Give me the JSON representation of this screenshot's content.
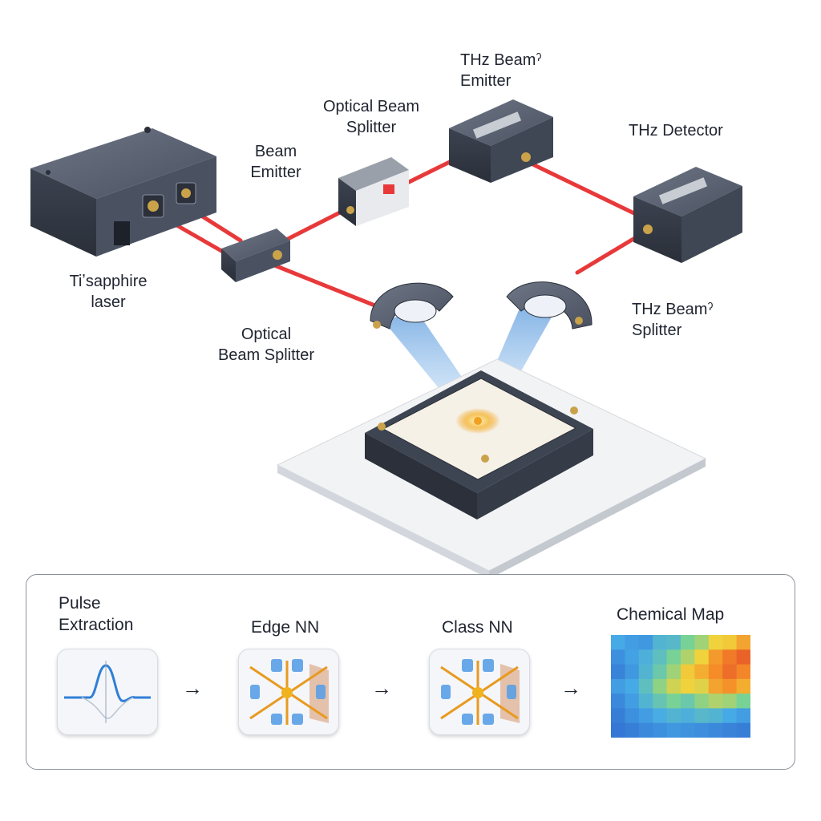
{
  "labels": {
    "thz_beam_emitter": [
      "THz Beamˀ",
      "Emitter"
    ],
    "optical_beam_splitter_top": [
      "Optical Beam",
      "Splitter"
    ],
    "beam_emitter": [
      "Beam",
      "Emitter"
    ],
    "thz_detector": "THz Detector",
    "laser": [
      "Tiʼsapphire",
      "laser"
    ],
    "optical_beam_splitter_bottom": [
      "Optical",
      "Beam Splitter"
    ],
    "thz_beam_splitter": [
      "THz Beamˀ",
      "Splitter"
    ]
  },
  "pipeline": {
    "stages": [
      {
        "title": [
          "Pulse",
          "Extraction"
        ],
        "icon": "waveform-icon"
      },
      {
        "title": "Edge NN",
        "icon": "neural-network-icon"
      },
      {
        "title": "Class NN",
        "icon": "neural-network-icon"
      },
      {
        "title": "Chemical Map",
        "icon": "heatmap-icon"
      }
    ],
    "arrow_glyph": "→"
  },
  "colors": {
    "beam_red": "#e8393a",
    "thz_beam_blue": "#7fb6ea",
    "device_dark": "#3a4150",
    "accent_orange": "#f0a020"
  },
  "heatmap": {
    "rows": 7,
    "cols": 10,
    "values": [
      [
        0.35,
        0.3,
        0.28,
        0.4,
        0.42,
        0.55,
        0.6,
        0.7,
        0.72,
        0.8
      ],
      [
        0.25,
        0.32,
        0.38,
        0.45,
        0.55,
        0.62,
        0.7,
        0.82,
        0.88,
        0.92
      ],
      [
        0.2,
        0.28,
        0.4,
        0.5,
        0.6,
        0.72,
        0.78,
        0.85,
        0.9,
        0.86
      ],
      [
        0.3,
        0.35,
        0.45,
        0.58,
        0.66,
        0.7,
        0.68,
        0.8,
        0.84,
        0.78
      ],
      [
        0.22,
        0.3,
        0.4,
        0.48,
        0.55,
        0.5,
        0.58,
        0.62,
        0.6,
        0.55
      ],
      [
        0.18,
        0.25,
        0.3,
        0.36,
        0.4,
        0.38,
        0.42,
        0.4,
        0.35,
        0.3
      ],
      [
        0.15,
        0.18,
        0.22,
        0.25,
        0.28,
        0.26,
        0.24,
        0.22,
        0.2,
        0.18
      ]
    ]
  }
}
